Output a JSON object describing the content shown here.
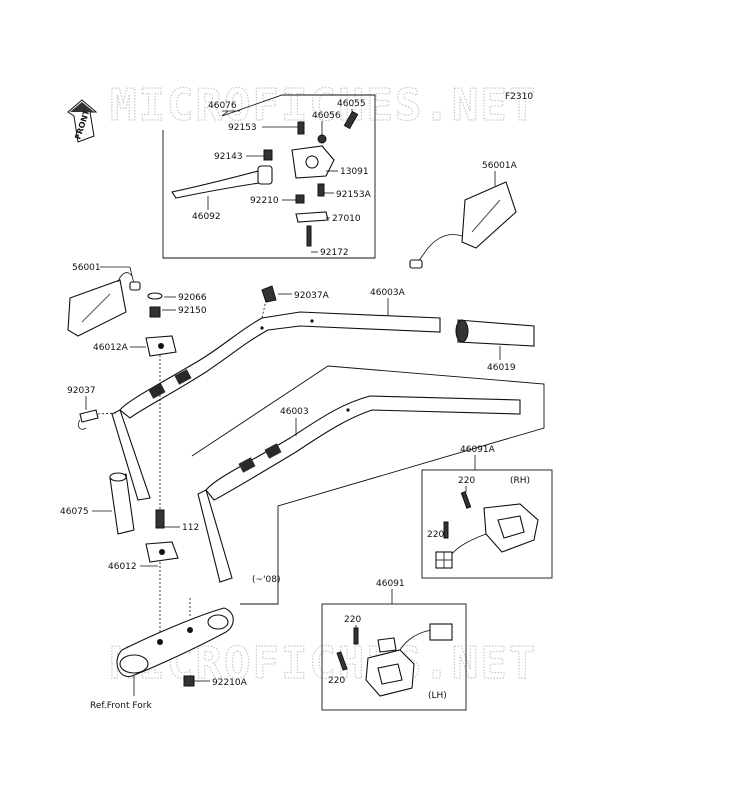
{
  "diagram_code": "F2310",
  "watermark": "MICROFICHES.NET",
  "direction_label": "FRONT",
  "reference_label": "Ref.Front Fork",
  "year_note": "(~'08)",
  "switch_rh_tag": "(RH)",
  "switch_lh_tag": "(LH)",
  "parts": {
    "p46076": "46076",
    "p92153": "92153",
    "p46056": "46056",
    "p46055": "46055",
    "p92143": "92143",
    "p13091": "13091",
    "p92153a": "92153A",
    "p46092": "46092",
    "p92210": "92210",
    "p27010": "27010",
    "p92172": "92172",
    "p56001a": "56001A",
    "p56001": "56001",
    "p92066": "92066",
    "p92150": "92150",
    "p92037a": "92037A",
    "p46003a": "46003A",
    "p46012a": "46012A",
    "p46019": "46019",
    "p92037": "92037",
    "p46003": "46003",
    "p46091a": "46091A",
    "p220_rh_top": "220",
    "p220_rh_side": "220",
    "p46075": "46075",
    "p112": "112",
    "p46012": "46012",
    "p46091": "46091",
    "p220_lh_top": "220",
    "p220_lh_side": "220",
    "p92210a": "92210A"
  }
}
